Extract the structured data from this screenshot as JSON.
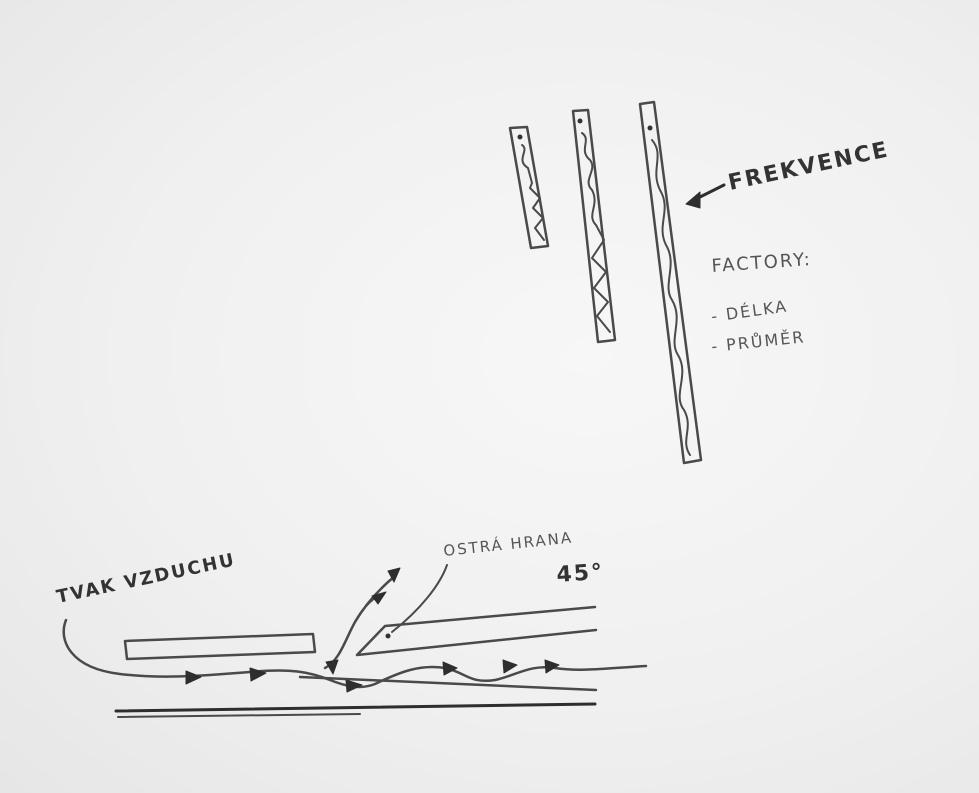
{
  "labels": {
    "frequency": "FREKVENCE",
    "factors_title": "FACTORY:",
    "factor_1": "- DÉLKA",
    "factor_2": "- PRŮMĚR",
    "air_pressure": "TVAK VZDUCHU",
    "sharp_edge": "OSTRÁ HRANA",
    "angle": "45°"
  },
  "colors": {
    "paper": "#f0f0f0",
    "ink": "#4a4a4a",
    "ink_dark": "#2e2e2e"
  }
}
